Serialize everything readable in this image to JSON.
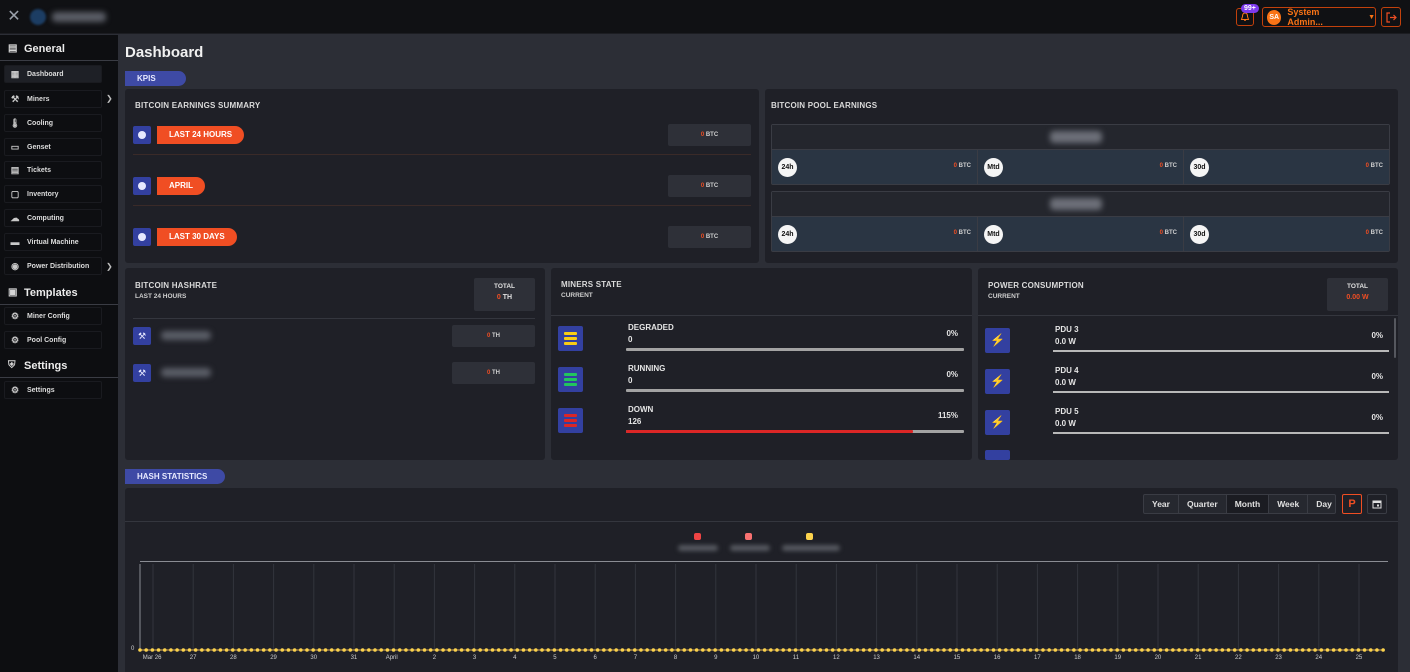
{
  "header": {
    "notifications_badge": "99+",
    "user_initials": "SA",
    "user_name": "System Admin...",
    "colors": {
      "accent": "#f04e23",
      "badge": "#7c3aed",
      "avatar": "#f97316"
    }
  },
  "sidebar": {
    "sections": [
      {
        "label": "General"
      },
      {
        "label": "Templates"
      },
      {
        "label": "Settings"
      }
    ],
    "items": [
      {
        "label": "Dashboard",
        "icon": "dashboard-icon"
      },
      {
        "label": "Miners",
        "icon": "pickaxe-icon"
      },
      {
        "label": "Cooling",
        "icon": "thermometer-icon"
      },
      {
        "label": "Genset",
        "icon": "generator-icon"
      },
      {
        "label": "Tickets",
        "icon": "ticket-icon"
      },
      {
        "label": "Inventory",
        "icon": "box-icon"
      },
      {
        "label": "Computing",
        "icon": "cloud-icon"
      },
      {
        "label": "Virtual Machine",
        "icon": "server-icon"
      },
      {
        "label": "Power Distribution",
        "icon": "power-icon"
      },
      {
        "label": "Miner Config",
        "icon": "config-icon"
      },
      {
        "label": "Pool Config",
        "icon": "gear-icon"
      },
      {
        "label": "Settings",
        "icon": "gear-icon"
      }
    ]
  },
  "main": {
    "title": "Dashboard",
    "kpis_label": "KPIS",
    "hash_stats_label": "HASH STATISTICS",
    "earnings": {
      "title": "BITCOIN EARNINGS SUMMARY",
      "rows": [
        {
          "label": "LAST 24 HOURS",
          "value": "0",
          "unit": "BTC"
        },
        {
          "label": "APRIL",
          "value": "0",
          "unit": "BTC"
        },
        {
          "label": "LAST 30 DAYS",
          "value": "0",
          "unit": "BTC"
        }
      ]
    },
    "pool_earnings": {
      "title": "BITCOIN POOL EARNINGS",
      "periods": [
        "24h",
        "Mtd",
        "30d"
      ],
      "value": "0",
      "unit": "BTC"
    },
    "hashrate": {
      "title": "BITCOIN HASHRATE",
      "subtitle": "LAST 24 HOURS",
      "total_label": "TOTAL",
      "total_value": "0",
      "total_unit": "TH",
      "items": [
        {
          "value": "0",
          "unit": "TH"
        },
        {
          "value": "0",
          "unit": "TH"
        }
      ]
    },
    "miners_state": {
      "title": "MINERS STATE",
      "subtitle": "CURRENT",
      "rows": [
        {
          "name": "DEGRADED",
          "count": "0",
          "pct": "0%",
          "fraction": 0,
          "color": "#facc15"
        },
        {
          "name": "RUNNING",
          "count": "0",
          "pct": "0%",
          "fraction": 0,
          "color": "#22c55e"
        },
        {
          "name": "DOWN",
          "count": "126",
          "pct": "115%",
          "fraction": 0.85,
          "color": "#dc2626"
        }
      ]
    },
    "power": {
      "title": "POWER CONSUMPTION",
      "subtitle": "CURRENT",
      "total_label": "TOTAL",
      "total_value": "0.00",
      "total_unit": "W",
      "rows": [
        {
          "name": "PDU 3",
          "value": "0.0 W",
          "pct": "0%"
        },
        {
          "name": "PDU 4",
          "value": "0.0 W",
          "pct": "0%"
        },
        {
          "name": "PDU 5",
          "value": "0.0 W",
          "pct": "0%"
        }
      ]
    },
    "hash_chart": {
      "periods": [
        "Year",
        "Quarter",
        "Month",
        "Week",
        "Day"
      ],
      "active_period": "Month",
      "p_label": "P",
      "legend_colors": [
        "#ef4444",
        "#f87171",
        "#fcd34d"
      ],
      "y_tick": "0",
      "x_ticks": [
        "Mar 26",
        "27",
        "28",
        "29",
        "30",
        "31",
        "April",
        "2",
        "3",
        "4",
        "5",
        "6",
        "7",
        "8",
        "9",
        "10",
        "11",
        "12",
        "13",
        "14",
        "15",
        "16",
        "17",
        "18",
        "19",
        "20",
        "21",
        "22",
        "23",
        "24",
        "25"
      ]
    }
  }
}
